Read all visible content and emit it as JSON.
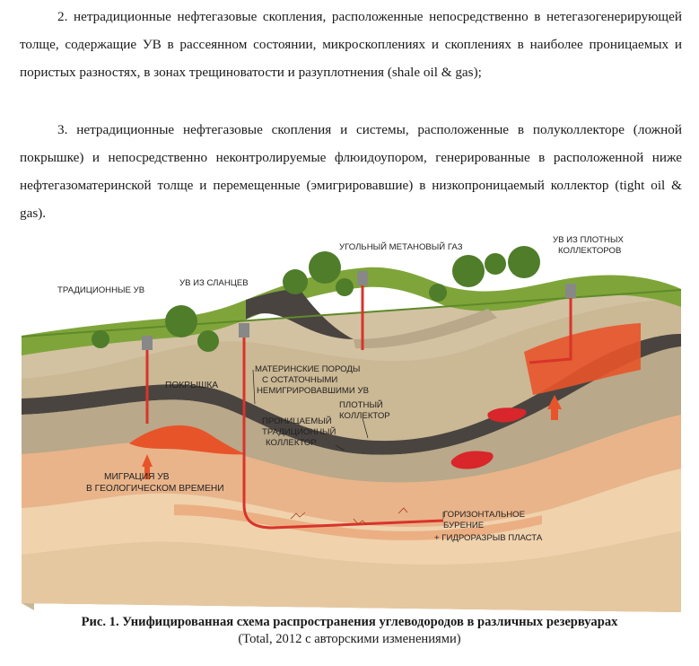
{
  "paragraphs": [
    {
      "text": "2. нетрадиционные нефтегазовые скопления, расположенные непосредственно в нетегазогенерирующей толще, содержащие УВ в рассеянном состоянии, микроскоплениях и скоплениях в наиболее проницаемых и пористых разностях, в зонах трещиноватости и разуплотнения (shale oil & gas);"
    },
    {
      "text": "3. нетрадиционные нефтегазовые скопления и системы, расположенные в полуколлекторе (ложной покрышке) и непосредственно неконтролируемые флюидоупором, генерированные в расположенной ниже нефтегазоматеринской толще и перемещенные (эмигрировавшие) в низкопроницаемый коллектор (tight oil & gas)."
    }
  ],
  "figure": {
    "labels": {
      "traditional": "ТРАДИЦИОННЫЕ УВ",
      "shale": "УВ ИЗ СЛАНЦЕВ",
      "coal_gas": "УГОЛЬНЫЙ МЕТАНОВЫЙ ГАЗ",
      "tight_1": "УВ ИЗ ПЛОТНЫХ",
      "tight_2": "КОЛЛЕКТОРОВ",
      "seal": "ПОКРЫШКА",
      "source_1": "МАТЕРИНСКИЕ ПОРОДЫ",
      "source_2": "С ОСТАТОЧНЫМИ",
      "source_3": "НЕМИГРИРОВАВШИМИ УВ",
      "tightres_1": "ПЛОТНЫЙ",
      "tightres_2": "КОЛЛЕКТОР",
      "perm_1": "ПРОНИЦАЕМЫЙ",
      "perm_2": "ТРАДИЦИОННЫЙ",
      "perm_3": "КОЛЛЕКТОР",
      "migration_1": "МИГРАЦИЯ УВ",
      "migration_2": "В ГЕОЛОГИЧЕСКОМ ВРЕМЕНИ",
      "horiz_1": "ГОРИЗОНТАЛЬНОЕ",
      "horiz_2": "БУРЕНИЕ",
      "horiz_3": "+ ГИДРОРАЗРЫВ ПЛАСТА"
    },
    "colors": {
      "grass": "#7fa53a",
      "dark_layer": "#4a4440",
      "seal_layer": "#b9a889",
      "reservoir": "#e8542a",
      "sand": "#f0c9a0",
      "deep": "#d9b48a",
      "pipe": "#d8342a"
    }
  },
  "caption": {
    "title": "Рис. 1. Унифицированная схема распространения углеводородов в различных резервуарах",
    "source": "(Total, 2012 с авторскими изменениями)"
  }
}
